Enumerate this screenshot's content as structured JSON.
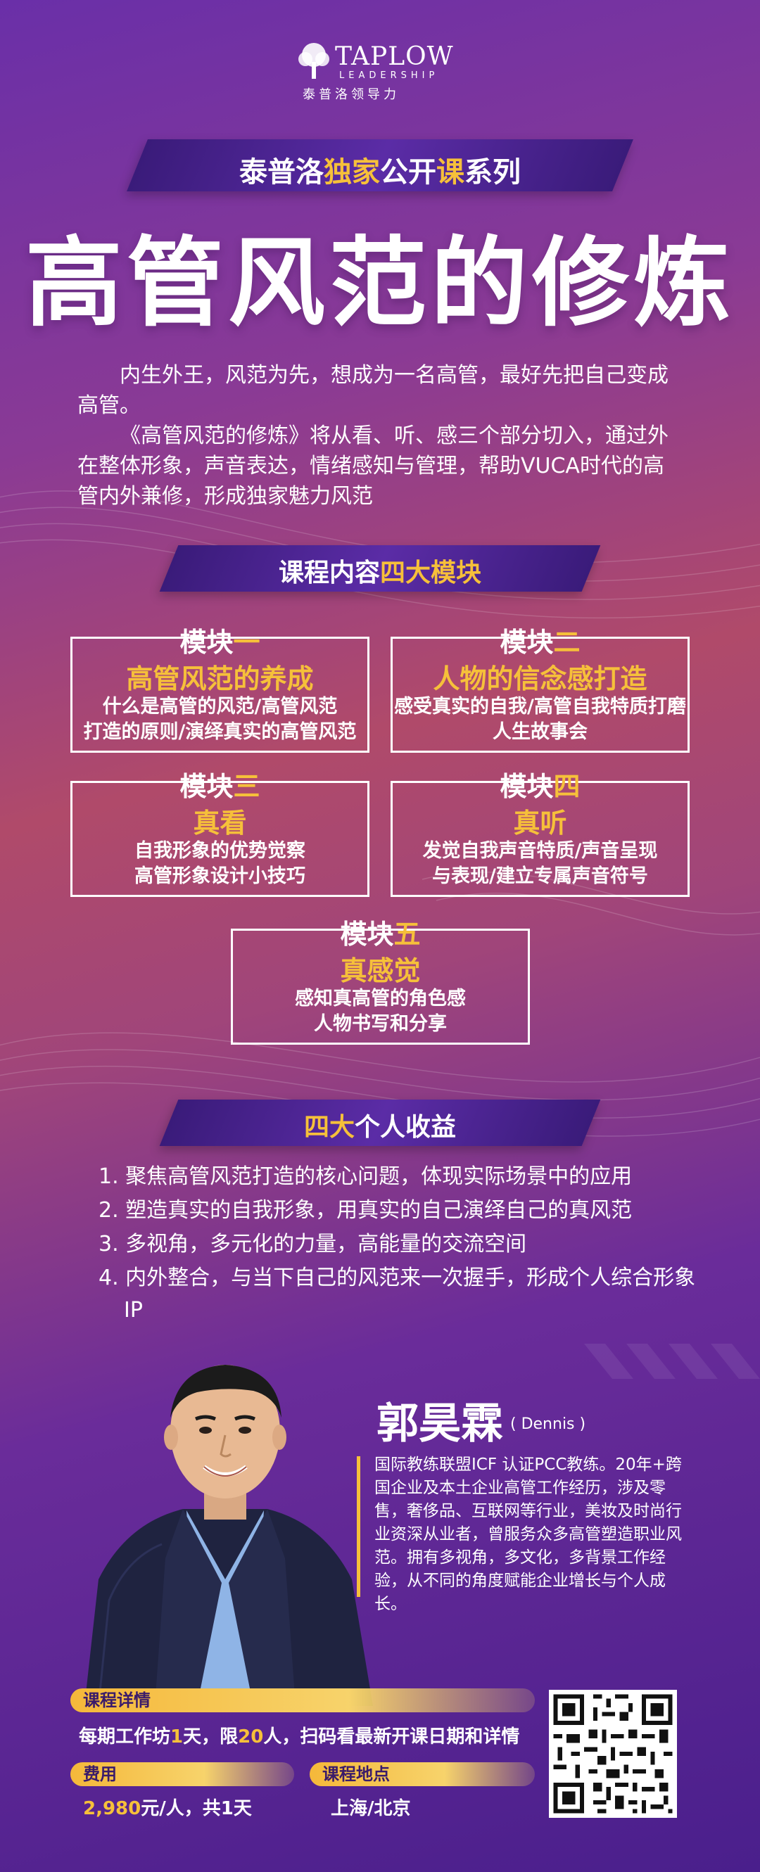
{
  "logo": {
    "name": "TAPLOW",
    "sub": "LEADERSHIP",
    "cn": "泰普洛领导力"
  },
  "header": {
    "ribbon_prefix": "泰普洛",
    "ribbon_hl1": "独家",
    "ribbon_mid": "公开",
    "ribbon_hl2": "课",
    "ribbon_suffix": "系列",
    "title": "高管风范的修炼"
  },
  "intro": {
    "p1": "内生外王，风范为先，想成为一名高管，最好先把自己变成高管。",
    "p2": "《高管风范的修炼》将从看、听、感三个部分切入，通过外在整体形象，声音表达，情绪感知与管理，帮助VUCA时代的高管内外兼修，形成独家魅力风范"
  },
  "content_section": {
    "prefix": "课程内容",
    "hl": "四大模块"
  },
  "modules": [
    {
      "head_prefix": "模块",
      "head_num": "一",
      "title": "高管风范的养成",
      "desc1": "什么是高管的风范/高管风范",
      "desc2": "打造的原则/演绎真实的高管风范"
    },
    {
      "head_prefix": "模块",
      "head_num": "二",
      "title": "人物的信念感打造",
      "desc1": "感受真实的自我/高管自我特质打磨",
      "desc2": "人生故事会"
    },
    {
      "head_prefix": "模块",
      "head_num": "三",
      "title": "真看",
      "desc1": "自我形象的优势觉察",
      "desc2": "高管形象设计小技巧"
    },
    {
      "head_prefix": "模块",
      "head_num": "四",
      "title": "真听",
      "desc1": "发觉自我声音特质/声音呈现",
      "desc2": "与表现/建立专属声音符号"
    },
    {
      "head_prefix": "模块",
      "head_num": "五",
      "title": "真感觉",
      "desc1": "感知真高管的角色感",
      "desc2": "人物书写和分享"
    }
  ],
  "benefit_section": {
    "hl": "四大",
    "suffix": "个人收益"
  },
  "benefits": [
    "1. 聚焦高管风范打造的核心问题，体现实际场景中的应用",
    "2. 塑造真实的自我形象，用真实的自己演绎自己的真风范",
    "3. 多视角，多元化的力量，高能量的交流空间",
    "4. 内外整合，与当下自己的风范来一次握手，形成个人综合形象IP"
  ],
  "speaker": {
    "name": "郭昊霖",
    "en": "( Dennis )",
    "bio": "国际教练联盟ICF 认证PCC教练。20年+跨国企业及本土企业高管工作经历，涉及零售，奢侈品、互联网等行业，美妆及时尚行业资深从业者，曾服务众多高管塑造职业风范。拥有多视角，多文化，多背景工作经验，从不同的角度赋能企业增长与个人成长。"
  },
  "info": {
    "details_label": "课程详情",
    "details_a": "每期工作坊",
    "details_n1": "1",
    "details_b": "天，限",
    "details_n2": "20",
    "details_c": "人，扫码看最新开课日期和详情",
    "fee_label": "费用",
    "fee_value": "2,980",
    "fee_suffix": "元/人，共1天",
    "location_label": "课程地点",
    "location_value": "上海/北京"
  },
  "colors": {
    "accent": "#f6c03a",
    "ribbon": "#4a2290"
  }
}
